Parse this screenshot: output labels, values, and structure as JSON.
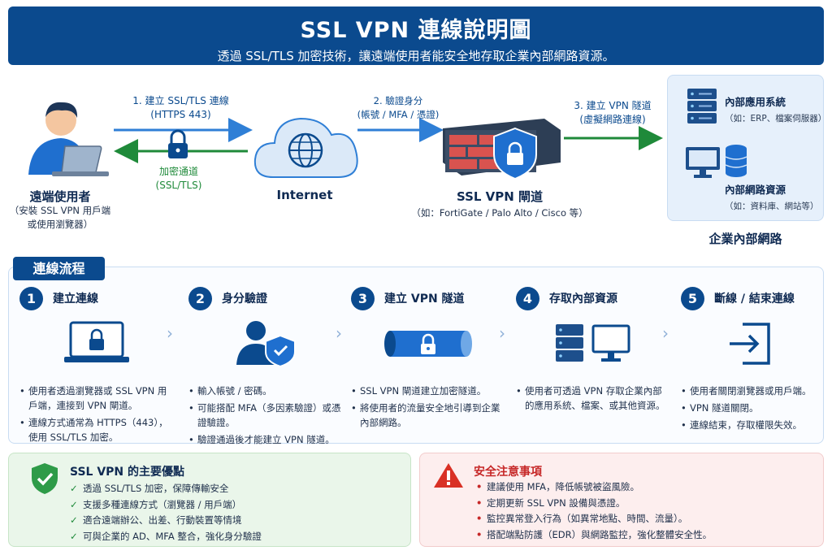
{
  "header": {
    "title": "SSL VPN 連線說明圖",
    "subtitle": "透過 SSL/TLS 加密技術，讓遠端使用者能安全地存取企業內部網路資源。"
  },
  "diagram": {
    "user": {
      "title": "遠端使用者",
      "sub1": "（安裝 SSL VPN 用戶端",
      "sub2": "或使用瀏覽器）"
    },
    "arrow1": {
      "line1": "1. 建立 SSL/TLS 連線",
      "line2": "(HTTPS 443)"
    },
    "tunnel": {
      "line1": "加密通道",
      "line2": "(SSL/TLS)"
    },
    "internet": {
      "title": "Internet"
    },
    "arrow2": {
      "line1": "2. 驗證身分",
      "line2": "(帳號 / MFA / 憑證)"
    },
    "gateway": {
      "title": "SSL VPN 閘道",
      "sub": "（如：FortiGate / Palo Alto / Cisco 等）"
    },
    "arrow3": {
      "line1": "3. 建立 VPN 隧道",
      "line2": "(虛擬網路連線)"
    },
    "corp": {
      "app_title": "內部應用系統",
      "app_sub": "（如：ERP、檔案伺服器）",
      "res_title": "內部網路資源",
      "res_sub": "（如：資料庫、網站等）",
      "label": "企業內部網路"
    }
  },
  "flow": {
    "tag": "連線流程",
    "steps": [
      {
        "num": "1",
        "title": "建立連線",
        "icon": "laptop-lock-icon",
        "bullets": [
          "使用者透過瀏覽器或 SSL VPN 用戶端，連接到 VPN 閘道。",
          "連線方式通常為 HTTPS（443），使用 SSL/TLS 加密。"
        ]
      },
      {
        "num": "2",
        "title": "身分驗證",
        "icon": "user-shield-icon",
        "bullets": [
          "輸入帳號 / 密碼。",
          "可能搭配 MFA（多因素驗證）或憑證驗證。",
          "驗證通過後才能建立 VPN 隧道。"
        ]
      },
      {
        "num": "3",
        "title": "建立 VPN 隧道",
        "icon": "tunnel-lock-icon",
        "bullets": [
          "SSL VPN 閘道建立加密隧道。",
          "將使用者的流量安全地引導到企業內部網路。"
        ]
      },
      {
        "num": "4",
        "title": "存取內部資源",
        "icon": "server-monitor-icon",
        "bullets": [
          "使用者可透過 VPN 存取企業內部的應用系統、檔案、或其他資源。"
        ]
      },
      {
        "num": "5",
        "title": "斷線 / 結束連線",
        "icon": "logout-icon",
        "bullets": [
          "使用者關閉瀏覽器或用戶端。",
          "VPN 隧道關閉。",
          "連線結束，存取權限失效。"
        ]
      }
    ]
  },
  "advantages": {
    "title": "SSL VPN 的主要優點",
    "items": [
      "透過 SSL/TLS 加密，保障傳輸安全",
      "支援多種連線方式（瀏覽器 / 用戶端）",
      "適合遠端辦公、出差、行動裝置等情境",
      "可與企業的 AD、MFA 整合，強化身分驗證"
    ]
  },
  "warnings": {
    "title": "安全注意事項",
    "items": [
      "建議使用 MFA，降低帳號被盜風險。",
      "定期更新 SSL VPN 設備與憑證。",
      "監控異常登入行為（如異常地點、時間、流量）。",
      "搭配端點防護（EDR）與網路監控，強化整體安全性。"
    ]
  },
  "colors": {
    "primary": "#0b4a8e",
    "arrow_blue": "#2f7fd6",
    "arrow_green": "#1f8a3a",
    "danger": "#d93025"
  }
}
